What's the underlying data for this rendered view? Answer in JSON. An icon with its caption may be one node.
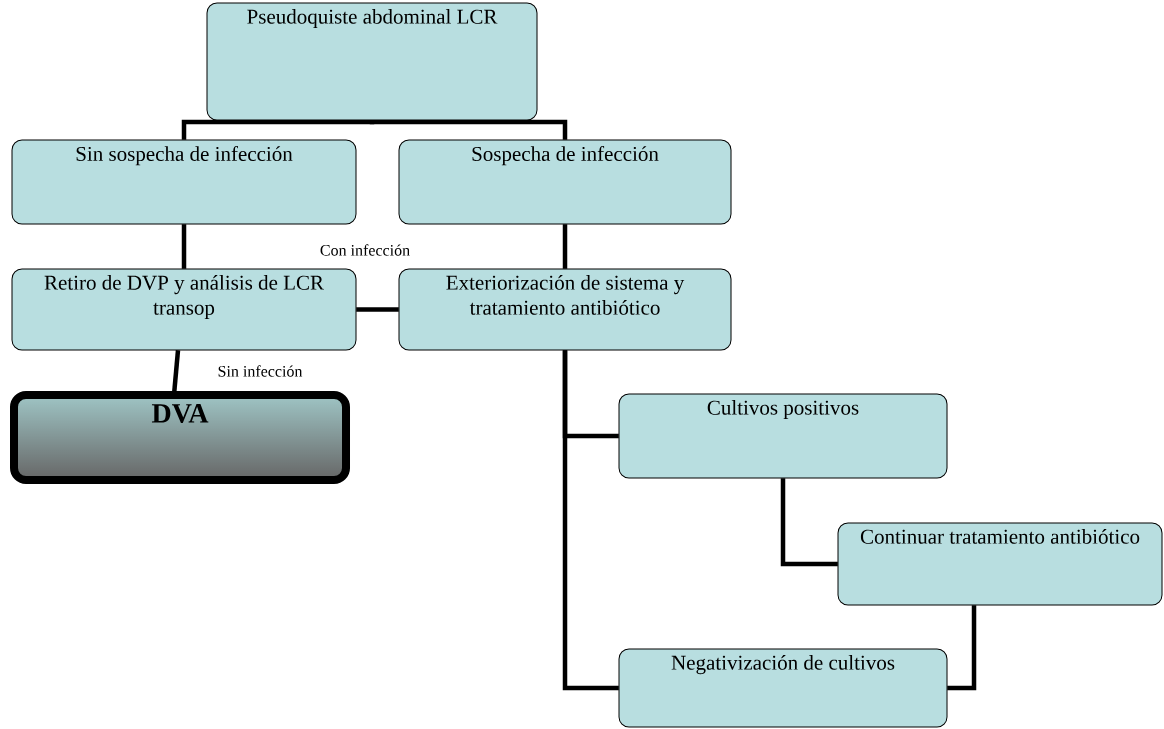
{
  "diagram": {
    "nodes": [
      {
        "text": [
          "Pseudoquiste abdominal LCR"
        ]
      },
      {
        "text": [
          "Sin sospecha de infección"
        ]
      },
      {
        "text": [
          "Sospecha de infección"
        ]
      },
      {
        "text": [
          "Retiro de DVP y análisis de LCR transop"
        ]
      },
      {
        "text": [
          "Exteriorización de sistema y tratamiento antibiótico"
        ]
      },
      {
        "text": [
          "DVA"
        ]
      },
      {
        "text": [
          "Cultivos positivos"
        ]
      },
      {
        "text": [
          "Continuar tratamiento antibiótico"
        ]
      },
      {
        "text": [
          "Negativización de cultivos"
        ]
      }
    ],
    "edges": [
      {
        "from": 0,
        "to": 1,
        "arrow": "none"
      },
      {
        "from": 0,
        "to": 2,
        "arrow": "none"
      },
      {
        "from": 1,
        "to": 3,
        "arrow": "none"
      },
      {
        "from": 2,
        "to": 4,
        "arrow": "none"
      },
      {
        "from": 3,
        "to": 4,
        "arrow": "none",
        "label": "Con infección"
      },
      {
        "from": 3,
        "to": 5,
        "arrow": "none",
        "label": "Sin infección"
      },
      {
        "from": 4,
        "to": 6,
        "arrow": "none"
      },
      {
        "from": 4,
        "to": 8,
        "arrow": "none"
      },
      {
        "from": 6,
        "to": 7,
        "arrow": "none"
      },
      {
        "from": 7,
        "to": 8,
        "arrow": "none"
      }
    ]
  }
}
